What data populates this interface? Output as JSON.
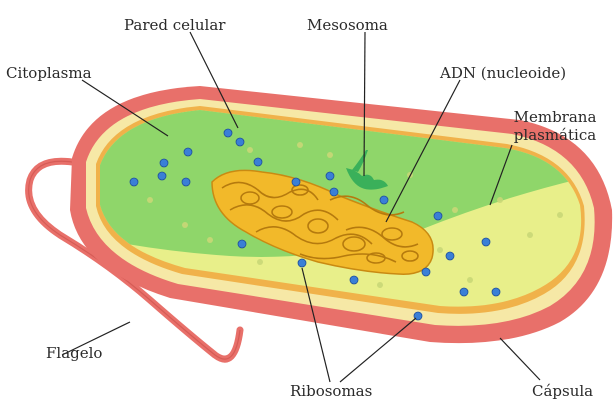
{
  "labels": {
    "pared_celular": "Pared celular",
    "mesosoma": "Mesosoma",
    "citoplasma": "Citoplasma",
    "adn": "ADN (nucleoide)",
    "membrana_line1": "Membrana",
    "membrana_line2": "plasmática",
    "flagelo": "Flagelo",
    "ribosomas": "Ribosomas",
    "capsula": "Cápsula"
  },
  "colors": {
    "capsule": "#e8706a",
    "wall": "#f6e8a6",
    "membrane": "#f0b24a",
    "cytoplasm_green": "#8fd66a",
    "cytoplasm_yellow": "#e8ef8a",
    "nucleoid": "#f2b92a",
    "ribosome": "#3a7fd6",
    "mesosome": "#3ab05a",
    "leader": "#222222"
  }
}
